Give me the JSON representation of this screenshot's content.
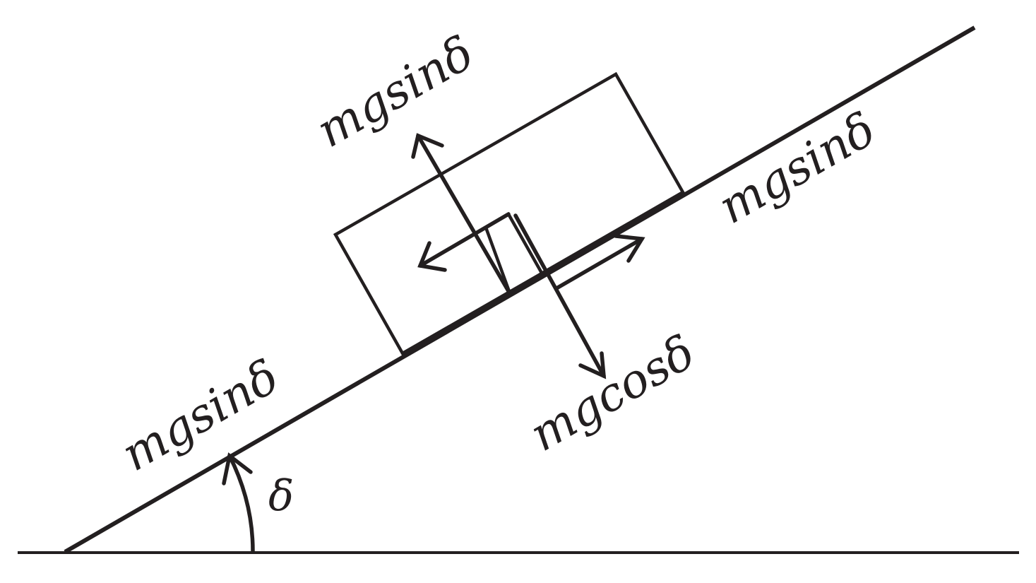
{
  "labels": {
    "normal_force": "mgsinδ",
    "friction": "mgsinδ",
    "parallel_component": "mgsinδ",
    "perpendicular_component": "mgcosδ",
    "angle_symbol": "δ"
  },
  "colors": {
    "ink": "#231f20",
    "background": "#ffffff"
  }
}
